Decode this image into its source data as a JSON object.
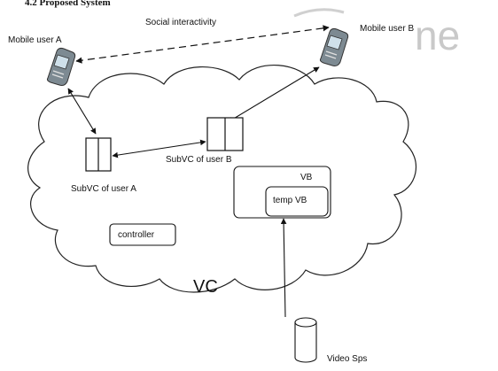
{
  "diagram": {
    "heading": "4.2 Proposed System",
    "watermark": "ne",
    "edge_label_social": "Social interactivity",
    "nodes": {
      "mobile_a": "Mobile user A",
      "mobile_b": "Mobile user B",
      "subvc_a": "SubVC of user A",
      "subvc_b": "SubVC of user B",
      "vb": "VB",
      "temp_vb": "temp VB",
      "controller": "controller",
      "vc": "VC",
      "video_sps": "Video Sps"
    }
  }
}
